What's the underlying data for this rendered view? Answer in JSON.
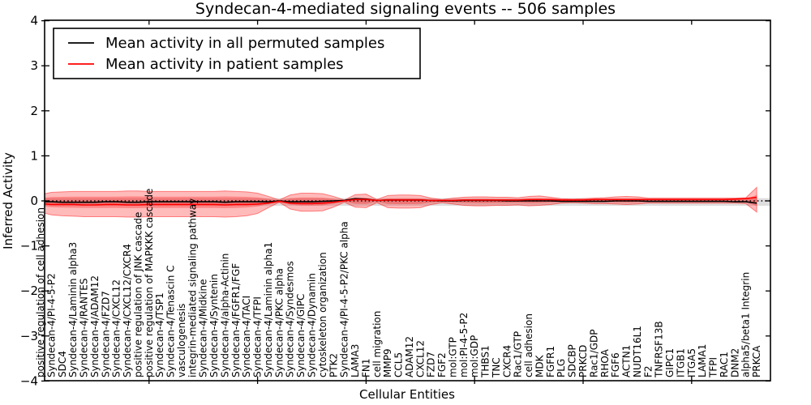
{
  "title": "Syndecan-4-mediated signaling events -- 506 samples",
  "axes": {
    "ylabel": "Inferred Activity",
    "xlabel": "Cellular Entities",
    "ylim": [
      -4,
      4
    ],
    "yticks": [
      4,
      3,
      2,
      1,
      0,
      -1,
      -2,
      -3,
      -4
    ],
    "ytick_labels": [
      "4",
      "3",
      "2",
      "1",
      "0",
      "−1",
      "−2",
      "−3",
      "−4"
    ]
  },
  "legend": [
    {
      "label": "Mean activity in all permuted samples",
      "color": "#000000"
    },
    {
      "label": "Mean activity in patient samples",
      "color": "#ff0000"
    }
  ],
  "chart_data": {
    "type": "line",
    "title": "Syndecan-4-mediated signaling events -- 506 samples",
    "xlabel": "Cellular Entities",
    "ylabel": "Inferred Activity",
    "ylim": [
      -4,
      4
    ],
    "grid": false,
    "legend_position": "upper left",
    "xtick_indices": [
      10,
      20,
      30,
      40,
      50,
      60
    ],
    "categories": [
      "positive regulation of cell adhesion",
      "Syndecan-4/PI-4-5-P2",
      "SDC4",
      "Syndecan-4/Laminin alpha3",
      "Syndecan-4/RANTES",
      "Syndecan-4/ADAM12",
      "Syndecan-4/FZD7",
      "Syndecan-4/CXCL12",
      "Syndecan-4/CXCL12/CXCR4",
      "positive regulation of JNK cascade",
      "positive regulation of MAPKKK cascade",
      "Syndecan-4/TSP1",
      "Syndecan-4/Tenascin C",
      "vasculogenesis",
      "integrin-mediated signaling pathway",
      "Syndecan-4/Midkine",
      "Syndecan-4/Syntenin",
      "Syndecan-4/alpha-Actinin",
      "Syndecan-4/FGFR1/FGF",
      "Syndecan-4/TACI",
      "Syndecan-4/TFPI",
      "Syndecan-4/Laminin alpha1",
      "Syndecan-4/PKC alpha",
      "Syndecan-4/Syndesmos",
      "Syndecan-4/GIPC",
      "Syndecan-4/Dynamin",
      "cytoskeleton organization",
      "PTK2",
      "Syndecan-4/PI-4-5-P2/PKC alpha",
      "LAMA3",
      "FN1",
      "cell migration",
      "MMP9",
      "CCL5",
      "ADAM12",
      "CXCL12",
      "FZD7",
      "FGF2",
      "mol:GTP",
      "mol:PI-4-5-P2",
      "mol:GDP",
      "THBS1",
      "TNC",
      "CXCR4",
      "Rac1/GTP",
      "cell adhesion",
      "MDK",
      "FGFR1",
      "PLG",
      "SDCBP",
      "PRKCD",
      "Rac1/GDP",
      "RHOA",
      "FGF6",
      "ACTN1",
      "NUDT16L1",
      "F2",
      "TNFRSF13B",
      "GIPC1",
      "ITGB1",
      "ITGA5",
      "LAMA1",
      "TFPI",
      "RAC1",
      "DNM2",
      "alpha5/beta1 Integrin",
      "PRKCA"
    ],
    "series": [
      {
        "name": "Mean activity in all permuted samples",
        "color": "#000000",
        "values": [
          -0.02,
          -0.02,
          -0.03,
          -0.03,
          -0.03,
          -0.03,
          -0.02,
          -0.02,
          -0.03,
          -0.03,
          -0.02,
          -0.02,
          -0.02,
          -0.02,
          -0.02,
          -0.02,
          -0.02,
          -0.03,
          -0.02,
          -0.02,
          -0.02,
          -0.02,
          0.0,
          -0.02,
          -0.02,
          -0.02,
          -0.01,
          0.0,
          0.01,
          0.05,
          0.04,
          0.01,
          0.02,
          0.02,
          0.02,
          0.02,
          0.01,
          0.0,
          0.0,
          0.01,
          0.01,
          0.01,
          0.01,
          0.0,
          0.0,
          0.0,
          0.0,
          0.0,
          -0.01,
          -0.01,
          -0.01,
          -0.01,
          -0.01,
          0.0,
          0.0,
          0.0,
          -0.01,
          -0.01,
          -0.01,
          -0.01,
          -0.01,
          -0.01,
          -0.01,
          -0.01,
          -0.02,
          -0.02,
          -0.05
        ]
      },
      {
        "name": "Mean activity in patient samples",
        "color": "#ff0000",
        "values": [
          -0.06,
          -0.08,
          -0.08,
          -0.08,
          -0.09,
          -0.09,
          -0.08,
          -0.08,
          -0.09,
          -0.09,
          -0.08,
          -0.08,
          -0.08,
          -0.08,
          -0.08,
          -0.08,
          -0.08,
          -0.09,
          -0.08,
          -0.08,
          -0.07,
          -0.05,
          -0.01,
          -0.05,
          -0.06,
          -0.06,
          -0.05,
          -0.03,
          0.0,
          0.03,
          0.03,
          0.01,
          0.02,
          0.02,
          0.02,
          0.02,
          0.01,
          0.01,
          0.01,
          0.02,
          0.02,
          0.02,
          0.02,
          0.02,
          0.02,
          0.03,
          0.03,
          0.03,
          0.02,
          0.02,
          0.02,
          0.03,
          0.03,
          0.03,
          0.03,
          0.03,
          0.03,
          0.03,
          0.03,
          0.03,
          0.03,
          0.03,
          0.03,
          0.03,
          0.04,
          0.05,
          0.08
        ]
      }
    ],
    "bands": {
      "patient": {
        "color": "rgba(255,0,0,0.27)",
        "edge_color": "rgba(255,0,0,0.45)",
        "inner_scale": 0.45,
        "top": [
          0.14,
          0.19,
          0.2,
          0.21,
          0.21,
          0.21,
          0.21,
          0.21,
          0.22,
          0.22,
          0.21,
          0.21,
          0.21,
          0.21,
          0.21,
          0.21,
          0.21,
          0.22,
          0.21,
          0.2,
          0.17,
          0.1,
          0.02,
          0.13,
          0.17,
          0.17,
          0.16,
          0.1,
          0.02,
          0.14,
          0.15,
          0.03,
          0.12,
          0.13,
          0.13,
          0.12,
          0.06,
          0.03,
          0.06,
          0.08,
          0.09,
          0.09,
          0.08,
          0.08,
          0.07,
          0.1,
          0.11,
          0.08,
          0.05,
          0.04,
          0.05,
          0.06,
          0.07,
          0.09,
          0.1,
          0.09,
          0.06,
          0.06,
          0.06,
          0.06,
          0.06,
          0.06,
          0.06,
          0.06,
          0.06,
          0.07,
          0.3
        ],
        "bottom": [
          -0.25,
          -0.31,
          -0.33,
          -0.34,
          -0.35,
          -0.35,
          -0.35,
          -0.35,
          -0.36,
          -0.36,
          -0.35,
          -0.35,
          -0.35,
          -0.35,
          -0.35,
          -0.35,
          -0.35,
          -0.36,
          -0.35,
          -0.33,
          -0.28,
          -0.15,
          -0.03,
          -0.18,
          -0.23,
          -0.23,
          -0.22,
          -0.14,
          -0.03,
          -0.14,
          -0.15,
          -0.04,
          -0.15,
          -0.16,
          -0.16,
          -0.15,
          -0.08,
          -0.04,
          -0.07,
          -0.1,
          -0.11,
          -0.11,
          -0.1,
          -0.1,
          -0.09,
          -0.11,
          -0.1,
          -0.08,
          -0.05,
          -0.04,
          -0.05,
          -0.06,
          -0.06,
          -0.07,
          -0.08,
          -0.07,
          -0.05,
          -0.05,
          -0.05,
          -0.05,
          -0.05,
          -0.05,
          -0.05,
          -0.05,
          -0.05,
          -0.06,
          -0.25
        ]
      },
      "permuted": {
        "color": "rgba(0,0,0,0.13)",
        "top": 0.06,
        "bottom": -0.11
      }
    },
    "zero_line": {
      "value": 0,
      "style": "dotted",
      "color": "#000000"
    }
  }
}
